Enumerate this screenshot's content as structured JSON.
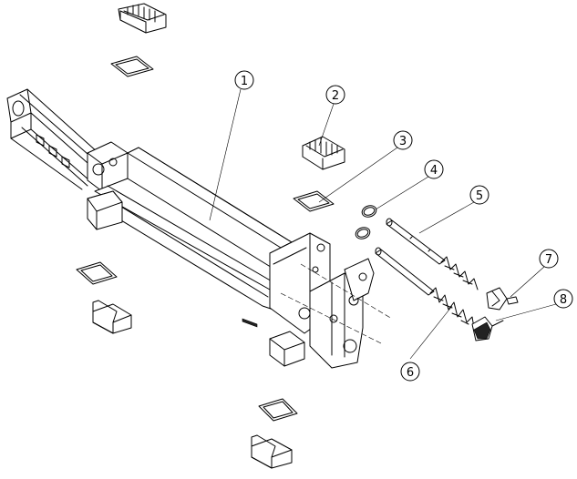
{
  "callouts": [
    {
      "label": "1"
    },
    {
      "label": "2"
    },
    {
      "label": "3"
    },
    {
      "label": "4"
    },
    {
      "label": "5"
    },
    {
      "label": "6"
    },
    {
      "label": "7"
    },
    {
      "label": "8"
    }
  ],
  "colors": {
    "line": "#000000",
    "background": "#ffffff"
  }
}
